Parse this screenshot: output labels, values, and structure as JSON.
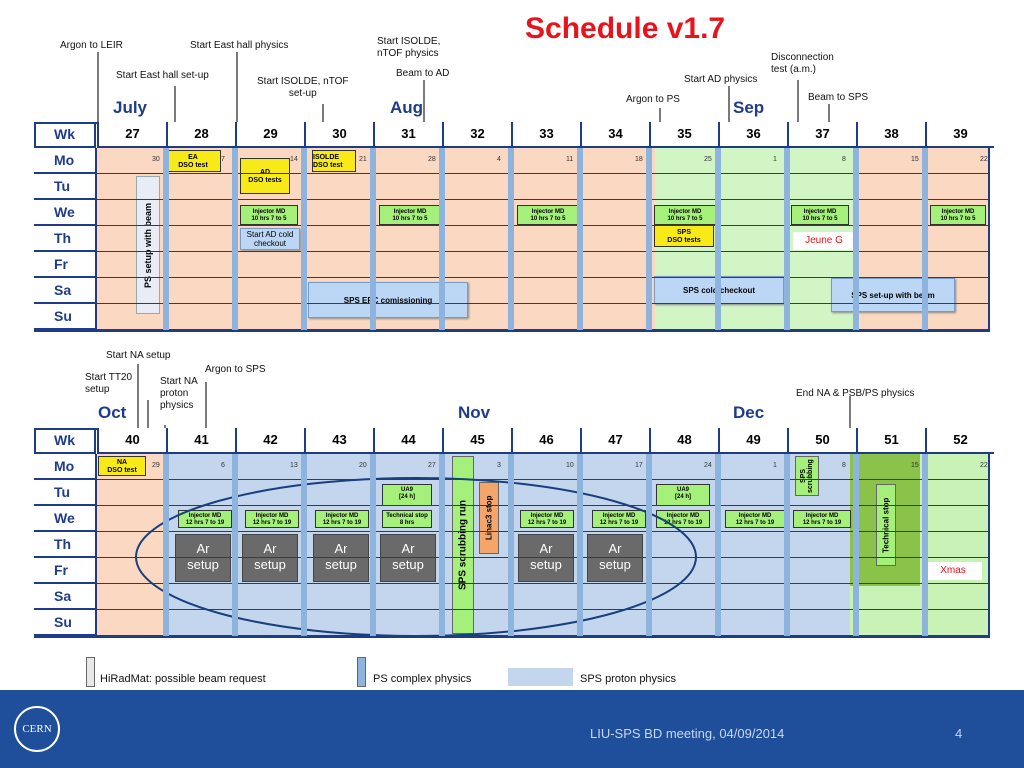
{
  "title": "Schedule v1.7",
  "months_top": [
    "July",
    "Aug",
    "Sep"
  ],
  "months_bottom": [
    "Oct",
    "Nov",
    "Dec"
  ],
  "row_labels": [
    "Wk",
    "Mo",
    "Tu",
    "We",
    "Th",
    "Fr",
    "Sa",
    "Su"
  ],
  "weeks_top": [
    "27",
    "28",
    "29",
    "30",
    "31",
    "32",
    "33",
    "34",
    "35",
    "36",
    "37",
    "38",
    "39"
  ],
  "weeks_bottom": [
    "40",
    "41",
    "42",
    "43",
    "44",
    "45",
    "46",
    "47",
    "48",
    "49",
    "50",
    "51",
    "52"
  ],
  "dates_top": [
    "30",
    "7",
    "14",
    "21",
    "28",
    "4",
    "11",
    "18",
    "25",
    "1",
    "8",
    "15",
    "22"
  ],
  "dates_bottom": [
    "29",
    "6",
    "13",
    "20",
    "27",
    "3",
    "10",
    "17",
    "24",
    "1",
    "8",
    "15",
    "22"
  ],
  "annotations_top": {
    "argon_leir": "Argon to LEIR",
    "start_ea_physics": "Start East hall physics",
    "start_ea_setup": "Start East hall set-up",
    "start_isolde_ntof_physics": "Start ISOLDE,\nnTOF physics",
    "beam_to_ad": "Beam to AD",
    "start_isolde_ntof_setup": "Start ISOLDE, nTOF\nset-up",
    "argon_ps": "Argon to PS",
    "start_ad_physics": "Start AD physics",
    "disconnection": "Disconnection\ntest (a.m.)",
    "beam_sps": "Beam to SPS"
  },
  "annotations_bottom": {
    "start_na_setup": "Start NA setup",
    "start_tt20": "Start TT20\nsetup",
    "start_na_proton": "Start NA\nproton\nphysics",
    "argon_sps": "Argon to SPS",
    "end_na": "End NA & PSB/PS physics"
  },
  "boxes_top": {
    "ea_dso": "EA\nDSO test",
    "ad_dso": "AD\nDSO tests",
    "isolde_dso": "ISOLDE\nDSO test",
    "injector_md": "Injector MD\n10 hrs 7 to 5",
    "start_ad_cold": "Start AD cold\ncheckout",
    "sps_dso": "SPS\nDSO tests",
    "ps_setup_beam": "PS setup with beam",
    "sps_epc": "SPS EPC comissioning",
    "sps_cold": "SPS cold checkout",
    "sps_setup_beam": "SPS  set-up with beam",
    "jeune_g": "Jeune G"
  },
  "boxes_bottom": {
    "na_dso": "NA\nDSO test",
    "injector_md": "Injector MD\n12 hrs 7 to 19",
    "ua9": "UA9\n[24 h]",
    "tech_stop_8": "Technical stop\n8 hrs",
    "ar_setup": "Ar\nsetup",
    "sps_scrubbing_run": "SPS scrubbing run",
    "linac3_stop": "Linac3 stop",
    "sps_scrubbing": "SPS\nscrubbing",
    "technical_stop": "Technical stop",
    "xmas": "Xmas"
  },
  "legend": {
    "hiradmat": "HiRadMat: possible beam request",
    "ps_complex": "PS complex physics",
    "sps_proton": "SPS proton physics"
  },
  "footer": {
    "meeting": "LIU-SPS BD  meeting, 04/09/2014",
    "page": "4",
    "logo_text": "CERN"
  },
  "colors": {
    "title": "#e8141b",
    "grid_border": "#1f3c8c",
    "footer_bg": "#1f4f9b",
    "pre_beam": "#fbd8c2",
    "sps_green": "#d2f5c6",
    "proton_blue": "#c3d6ee",
    "yellow_box": "#f7ea18"
  }
}
